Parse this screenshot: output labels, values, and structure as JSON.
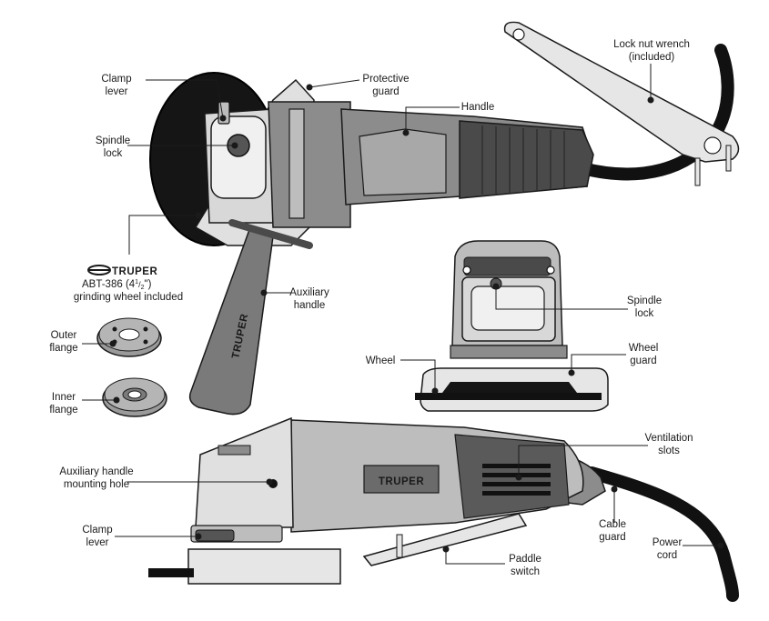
{
  "colors": {
    "body_gray": "#8c8c8c",
    "dark_gray": "#4a4a4a",
    "light_gray": "#e6e6e6",
    "mid_gray": "#bdbdbd",
    "black": "#111111",
    "line": "#1a1a1a"
  },
  "brand": {
    "logo_text": "TRUPER",
    "wheel_model": "ABT-386 (4",
    "wheel_model_frac_num": "1",
    "wheel_model_frac_den": "2",
    "wheel_model_end": "\")",
    "wheel_included": "grinding wheel included",
    "handle_text": "TRUPER",
    "badge_text": "TRUPER"
  },
  "labels": {
    "clamp_lever_top": [
      "Clamp",
      "lever"
    ],
    "spindle_lock_top": [
      "Spindle",
      "lock"
    ],
    "protective_guard": [
      "Protective",
      "guard"
    ],
    "handle": [
      "Handle"
    ],
    "lock_nut_wrench": [
      "Lock nut wrench",
      "(included)"
    ],
    "auxiliary_handle": [
      "Auxiliary",
      "handle"
    ],
    "outer_flange": [
      "Outer",
      "flange"
    ],
    "inner_flange": [
      "Inner",
      "flange"
    ],
    "spindle_lock_front": [
      "Spindle",
      "lock"
    ],
    "wheel": [
      "Wheel"
    ],
    "wheel_guard": [
      "Wheel",
      "guard"
    ],
    "aux_handle_hole": [
      "Auxiliary handle",
      "mounting hole"
    ],
    "ventilation_slots": [
      "Ventilation",
      "slots"
    ],
    "clamp_lever_bottom": [
      "Clamp",
      "lever"
    ],
    "cable_guard": [
      "Cable",
      "guard"
    ],
    "power_cord": [
      "Power",
      "cord"
    ],
    "paddle_switch": [
      "Paddle",
      "switch"
    ]
  }
}
